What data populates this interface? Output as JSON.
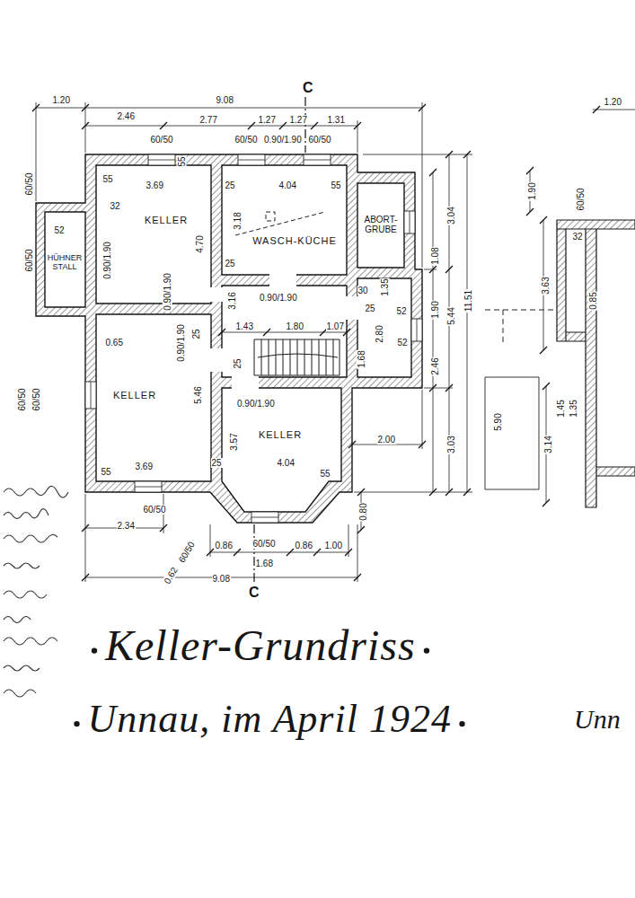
{
  "diagram": {
    "title": "Keller-Grundriss",
    "caption": "Unnau, im April 1924",
    "nodes": [
      {
        "text": [
          "KELLER"
        ]
      },
      {
        "text": [
          "WASCH-KÜCHE"
        ]
      },
      {
        "text": [
          "ABORT- GRUBE"
        ]
      },
      {
        "text": [
          "HÜHNER STALL"
        ]
      },
      {
        "text": [
          "KELLER"
        ]
      },
      {
        "text": [
          "KELLER"
        ]
      }
    ],
    "labels": [
      "1.20",
      "9.08",
      "C",
      "1.20",
      "2.46",
      "2.77",
      "1.27",
      "1.27",
      "1.31",
      "60/50",
      "60/50",
      "0.90/1.90",
      "60/50",
      "55",
      "55",
      "3.69",
      "25",
      "4.04",
      "55",
      "32",
      "3.18",
      "4.70",
      "0.90/1.90",
      "52",
      "60/50",
      "60/50",
      "25",
      "3.04",
      "1.90",
      "1.08",
      "1.35",
      "30",
      "52",
      "3.16",
      "0.90/1.90",
      "0.90/1.90",
      "1.43",
      "1.80",
      "1.07",
      "11.51",
      "5.44",
      "1.90",
      "3.63",
      "0.65",
      "0.90/1.90",
      "25",
      "2.80",
      "25",
      "1.68",
      "52",
      "25",
      "2.46",
      "5.46",
      "0.90/1.90",
      "3.57",
      "2.00",
      "5.90",
      "1.45",
      "1.35",
      "3.14",
      "3.03",
      "4.04",
      "3.69",
      "55",
      "25",
      "55",
      "60/50",
      "60/50",
      "2.34",
      "60/50",
      "0.80",
      "0.86",
      "60/50",
      "0.86",
      "1.00",
      "1.68",
      "60/50",
      "0.62",
      "9.08",
      "C",
      "32",
      "0.85",
      "60/50",
      "Unn"
    ]
  }
}
